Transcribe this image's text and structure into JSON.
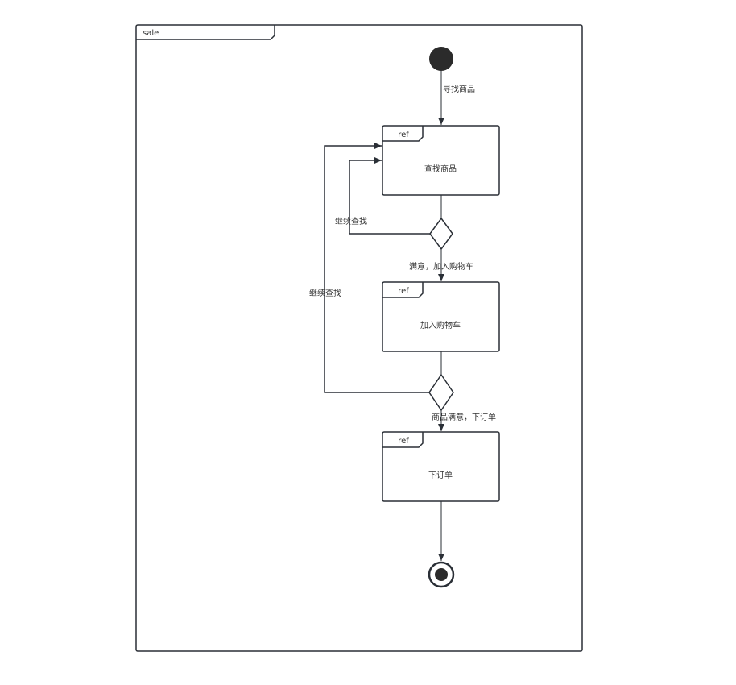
{
  "diagram": {
    "type": "UML activity diagram",
    "frame": {
      "name": "sale"
    },
    "colors": {
      "stroke": "#2a2f36",
      "fill": "#ffffff",
      "node_fill": "#2b2b2b",
      "text": "#333333"
    },
    "nodes": {
      "start": {
        "kind": "initial-node"
      },
      "find_goods": {
        "kind": "ref",
        "tag": "ref",
        "label": "查找商品"
      },
      "decision1": {
        "kind": "decision"
      },
      "add_cart": {
        "kind": "ref",
        "tag": "ref",
        "label": "加入购物车"
      },
      "decision2": {
        "kind": "decision"
      },
      "place_order": {
        "kind": "ref",
        "tag": "ref",
        "label": "下订单"
      },
      "end": {
        "kind": "final-node"
      }
    },
    "edges": {
      "start_to_find": {
        "label": "寻找商品"
      },
      "d1_loop": {
        "label": "继续查找"
      },
      "d1_to_cart": {
        "label": "满意，加入购物车"
      },
      "d2_loop": {
        "label": "继续查找"
      },
      "d2_to_order": {
        "label": "商品满意，下订单"
      }
    }
  }
}
